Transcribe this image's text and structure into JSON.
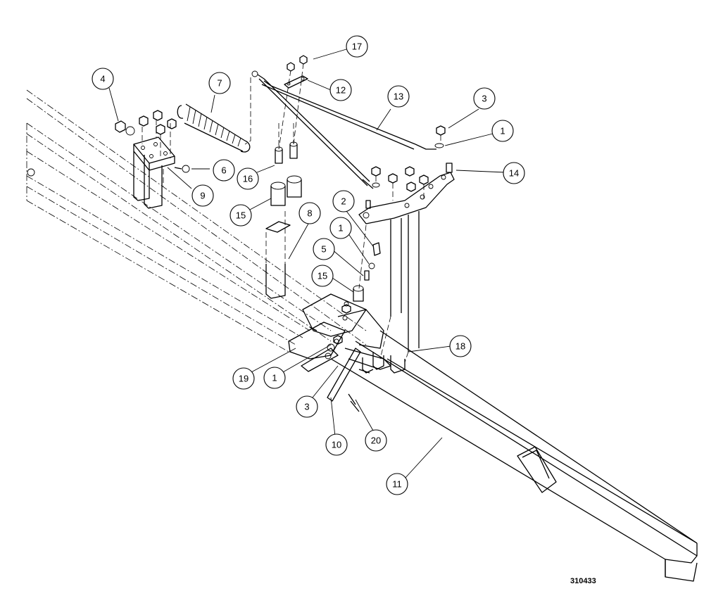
{
  "balloons": [
    {
      "id": "17",
      "label": "17"
    },
    {
      "id": "12",
      "label": "12"
    },
    {
      "id": "4",
      "label": "4"
    },
    {
      "id": "7",
      "label": "7"
    },
    {
      "id": "13",
      "label": "13"
    },
    {
      "id": "3a",
      "label": "3"
    },
    {
      "id": "1a",
      "label": "1"
    },
    {
      "id": "14",
      "label": "14"
    },
    {
      "id": "6",
      "label": "6"
    },
    {
      "id": "9",
      "label": "9"
    },
    {
      "id": "16",
      "label": "16"
    },
    {
      "id": "15a",
      "label": "15"
    },
    {
      "id": "8",
      "label": "8"
    },
    {
      "id": "2",
      "label": "2"
    },
    {
      "id": "1b",
      "label": "1"
    },
    {
      "id": "5",
      "label": "5"
    },
    {
      "id": "15b",
      "label": "15"
    },
    {
      "id": "18",
      "label": "18"
    },
    {
      "id": "19",
      "label": "19"
    },
    {
      "id": "1c",
      "label": "1"
    },
    {
      "id": "3b",
      "label": "3"
    },
    {
      "id": "10",
      "label": "10"
    },
    {
      "id": "20",
      "label": "20"
    },
    {
      "id": "11",
      "label": "11"
    }
  ],
  "drawing_number": "310433"
}
